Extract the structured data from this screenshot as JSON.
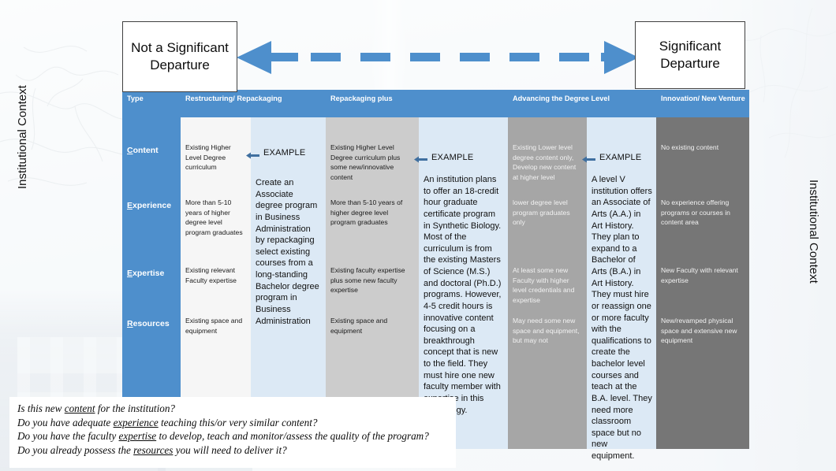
{
  "slide": {
    "left_box": "Not a Significant Departure",
    "right_box": "Significant Departure",
    "side_label_left": "Institutional Context",
    "side_label_right": "Institutional Context",
    "accent_blue": "#4e8fcc",
    "example_blue_bg": "#dce9f5",
    "arrow_blue": "#4e8fcc"
  },
  "matrix": {
    "header": {
      "type": "Type",
      "col1": "Restructuring/ Repackaging",
      "col2": "Repackaging plus",
      "col3": "Advancing the Degree Level",
      "col4": "Innovation/ New Venture"
    },
    "row_labels": [
      {
        "first": "C",
        "rest": "ontent"
      },
      {
        "first": "E",
        "rest": "xperience"
      },
      {
        "first": "E",
        "rest": "xpertise"
      },
      {
        "first": "R",
        "rest": "esources"
      }
    ],
    "example_label": "EXAMPLE",
    "columns": {
      "restructuring": {
        "content": "Existing Higher Level Degree curriculum",
        "experience": "More than 5-10 years of higher degree level program graduates",
        "expertise": "Existing relevant Faculty expertise",
        "resources": "Existing space and equipment"
      },
      "repackaging_plus": {
        "content": "Existing Higher Level Degree curriculum plus some new/innovative content",
        "experience": "More than 5-10 years of higher degree level program graduates",
        "expertise": "Existing faculty expertise plus some new faculty expertise",
        "resources": "Existing space and equipment"
      },
      "advancing_degree": {
        "content": "Existing Lower level degree content only, Develop new content at higher level",
        "experience": "lower degree level program graduates only",
        "expertise": "At least some new Faculty with higher level credentials and expertise",
        "resources": "May need some new space and equipment, but may not"
      },
      "innovation": {
        "content": "No existing content",
        "experience": "No experience offering programs or courses in content area",
        "expertise": "New Faculty with relevant expertise",
        "resources": "New/revamped physical space and extensive new equipment"
      }
    },
    "examples": {
      "restructuring": "Create an Associate degree program in Business Administration by repackaging select existing courses from a long-standing Bachelor degree program in Business Administration",
      "repackaging_plus": "An institution plans to offer an 18-credit hour graduate certificate program in Synthetic Biology. Most of the curriculum is from the existing Masters of Science (M.S.) and doctoral (Ph.D.) programs. However, 4-5 credit hours is innovative content focusing on a breakthrough concept that is new to the field.  They must hire one new faculty member with expertise in this technology.",
      "advancing_degree": "A level V institution offers an Associate of Arts (A.A.) in Art History.  They plan to expand to a Bachelor of Arts (B.A.) in Art History.  They must hire or reassign one or more faculty with the qualifications to create the bachelor level courses and teach at the B.A. level.  They need more classroom space but no new equipment."
    }
  },
  "questions": {
    "q1_a": "Is this new ",
    "q1_u": "content",
    "q1_b": " for the institution?",
    "q2_a": "Do you have adequate ",
    "q2_u": "experience",
    "q2_b": " teaching this/or very similar content?",
    "q3_a": "Do you have the faculty ",
    "q3_u": "expertise",
    "q3_b": " to develop, teach and monitor/assess the quality of the program?",
    "q4_a": "Do you already possess the ",
    "q4_u": "resources",
    "q4_b": " you will need to deliver it?"
  }
}
